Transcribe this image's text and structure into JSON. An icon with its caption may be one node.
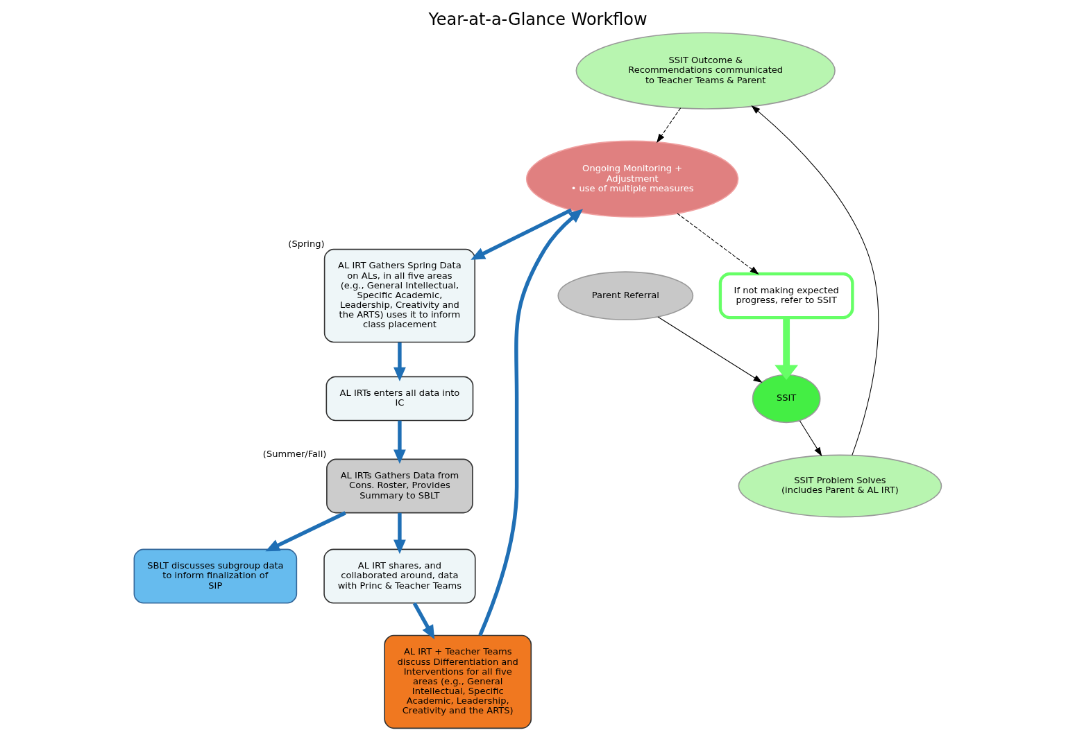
{
  "diagram": {
    "title": "Year-at-a-Glance Workflow",
    "nodes": [
      {
        "text": [
          "SSIT Outcome & Recommendations communicated to Teacher Teams & Parent"
        ]
      },
      {
        "text": [
          "Parent Referral"
        ]
      },
      {
        "text": [
          "SSIT Problem Solves (includes Parent & AL IRT)"
        ]
      },
      {
        "text": [
          "SSIT"
        ]
      },
      {
        "text": [
          "If not making expected progress, refer to SSIT"
        ]
      },
      {
        "text": [
          "AL IRTs Gathers Data from Cons. Roster, Provides Summary to SBLT"
        ],
        "beside": [
          "(Summer/Fall)"
        ]
      },
      {
        "text": [
          "SBLT discusses subgroup data to inform finalization of SIP"
        ]
      },
      {
        "text": [
          "AL IRT shares, and collaborated around, data with Princ & Teacher Teams"
        ]
      },
      {
        "text": [
          "AL IRT + Teacher Teams discuss Differentiation and Interventions for all five areas (e.g., General Intellectual, Specific Academic, Leadership, Creativity and the ARTS)"
        ]
      },
      {
        "text": [
          "Ongoing Monitoring + Adjustment",
          "• use of multiple measures"
        ]
      },
      {
        "text": [
          "AL IRT Gathers Spring Data on ALs, in all five areas (e.g., General Intellectual, Specific Academic, Leadership, Creativity and the ARTS) uses it to inform class placement"
        ],
        "beside": [
          "(Spring)"
        ]
      },
      {
        "text": [
          "AL IRTs enters all data into IC"
        ]
      }
    ],
    "edges": [
      {
        "from": 1,
        "to": 3,
        "arrow": "to",
        "color": "#000000"
      },
      {
        "from": 3,
        "to": 2,
        "arrow": "to",
        "color": "#000000"
      },
      {
        "from": 2,
        "to": 0,
        "arrow": "to",
        "color": "#000000"
      },
      {
        "from": 0,
        "to": 9,
        "arrow": "to",
        "style": "dashed",
        "color": "#000000"
      },
      {
        "from": 9,
        "to": 4,
        "arrow": "to",
        "style": "dashed",
        "color": "#000000"
      },
      {
        "from": 4,
        "to": 3,
        "arrow": "to",
        "style": "thick",
        "color": "#66ff66"
      },
      {
        "from": 9,
        "to": 10,
        "arrow": "to"
      },
      {
        "from": 10,
        "to": 11,
        "arrow": "to"
      },
      {
        "from": 11,
        "to": 5,
        "arrow": "to"
      },
      {
        "from": 5,
        "to": 6,
        "arrow": "to"
      },
      {
        "from": 5,
        "to": 7,
        "arrow": "to"
      },
      {
        "from": 7,
        "to": 8,
        "arrow": "to"
      },
      {
        "from": 8,
        "to": 9,
        "arrow": "to"
      }
    ]
  }
}
